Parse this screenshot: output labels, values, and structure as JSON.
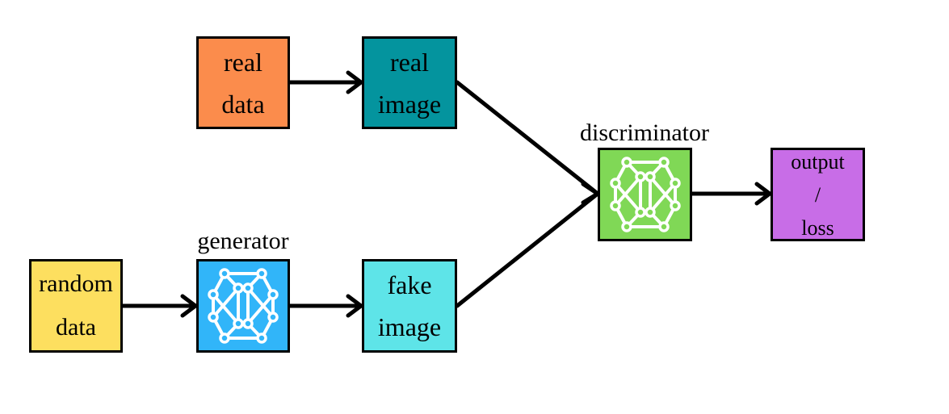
{
  "nodes": {
    "real_data": {
      "lines": [
        "real",
        "data"
      ],
      "color": "#FB8C4C"
    },
    "real_image": {
      "lines": [
        "real",
        "image"
      ],
      "color": "#04949E"
    },
    "random_data": {
      "lines": [
        "random",
        "data"
      ],
      "color": "#FDDF5F"
    },
    "generator": {
      "caption": "generator",
      "color": "#31B5F9",
      "icon": "neural-network-icon"
    },
    "fake_image": {
      "lines": [
        "fake",
        "image"
      ],
      "color": "#5EE4E8"
    },
    "discriminator": {
      "caption": "discriminator",
      "color": "#80D856",
      "icon": "neural-network-icon"
    },
    "output": {
      "lines": [
        "output",
        "/",
        "loss"
      ],
      "color": "#C86DE7"
    }
  },
  "edges": [
    {
      "from": "real_data",
      "to": "real_image"
    },
    {
      "from": "random_data",
      "to": "generator"
    },
    {
      "from": "generator",
      "to": "fake_image"
    },
    {
      "from": "real_image",
      "to": "discriminator"
    },
    {
      "from": "fake_image",
      "to": "discriminator"
    },
    {
      "from": "discriminator",
      "to": "output"
    }
  ]
}
